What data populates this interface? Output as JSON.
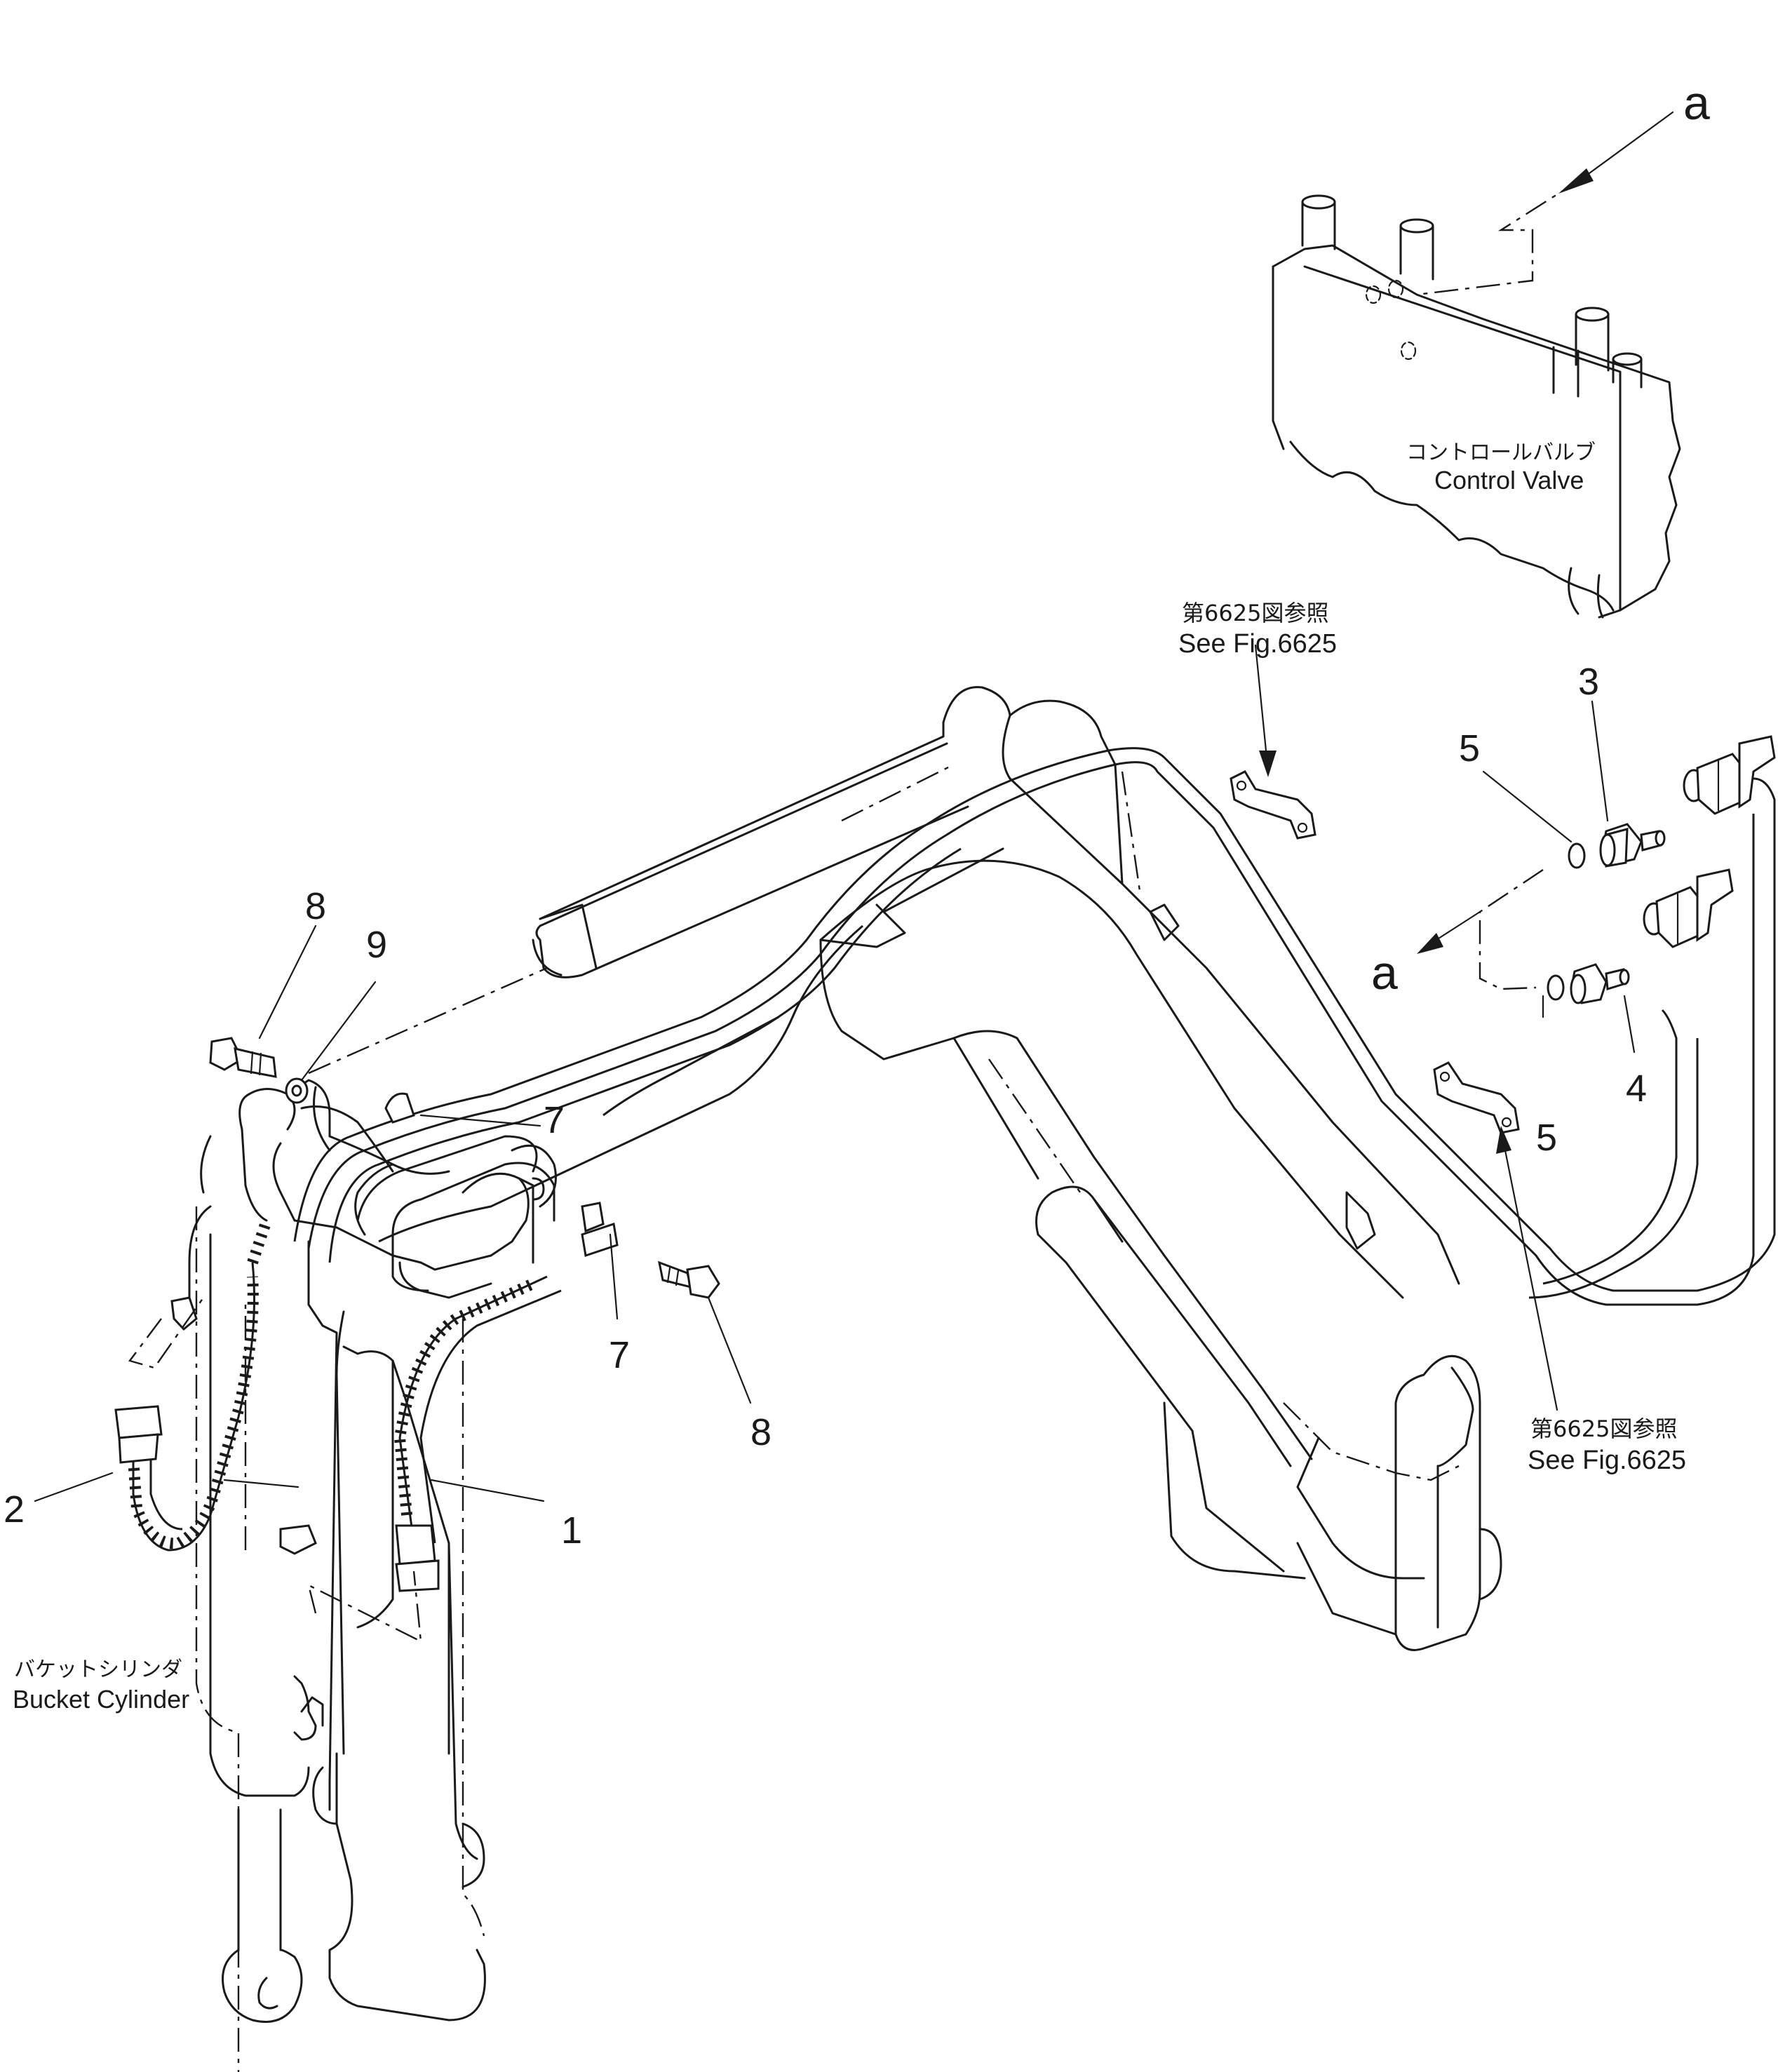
{
  "ref_letter": "a",
  "control_valve": {
    "label_jp": "コントロールバルブ",
    "label_en": "Control Valve"
  },
  "see_fig_top": {
    "label_jp": "第6625図参照",
    "label_en": "See Fig.6625"
  },
  "see_fig_bottom": {
    "label_jp": "第6625図参照",
    "label_en": "See Fig.6625"
  },
  "bucket_cylinder": {
    "label_jp": "バケットシリンダ",
    "label_en": "Bucket Cylinder"
  },
  "callouts": {
    "c1": "1",
    "c2": "2",
    "c3": "3",
    "c4": "4",
    "c5_top": "5",
    "c5_bottom": "5",
    "c7_top": "7",
    "c7_bottom": "7",
    "c8_top": "8",
    "c8_bottom": "8",
    "c9": "9"
  }
}
